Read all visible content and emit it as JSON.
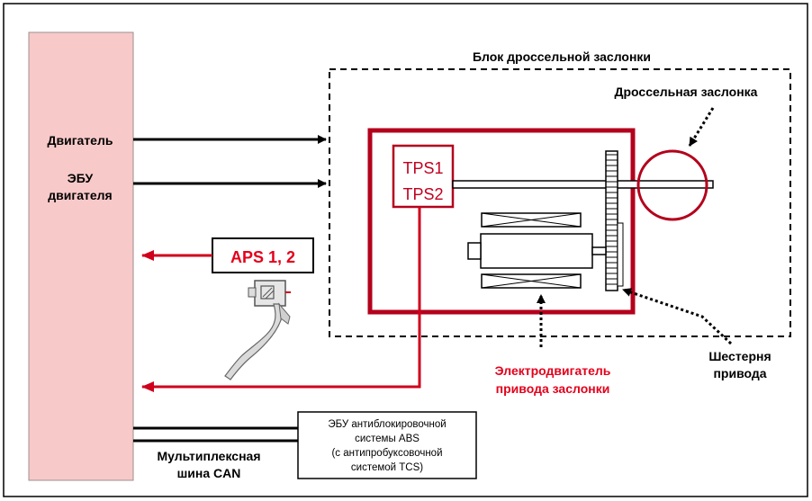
{
  "diagram": {
    "ecu_labels": {
      "engine": "Двигатель",
      "ecu_line1": "ЭБУ",
      "ecu_line2": "двигателя"
    },
    "throttle_block_title": "Блок дроссельной заслонки",
    "throttle_valve_label": "Дроссельная заслонка",
    "tps": {
      "line1": "TPS1",
      "line2": "TPS2"
    },
    "aps_label": "APS 1, 2",
    "motor_label": {
      "line1": "Электродвигатель",
      "line2": "привода заслонки"
    },
    "gear_label": {
      "line1": "Шестерня",
      "line2": "привода"
    },
    "can_label": {
      "line1": "Мультиплексная",
      "line2": "шина CAN"
    },
    "abs_box": {
      "line1": "ЭБУ антиблокировочной",
      "line2": "системы ABS",
      "line3": "(с антипробуксовочной",
      "line4": "системой TCS)"
    }
  },
  "colors": {
    "ecu_fill": "#f8c9c9",
    "accent_red": "#c00020",
    "text_red": "#e4001b",
    "black": "#000000"
  }
}
